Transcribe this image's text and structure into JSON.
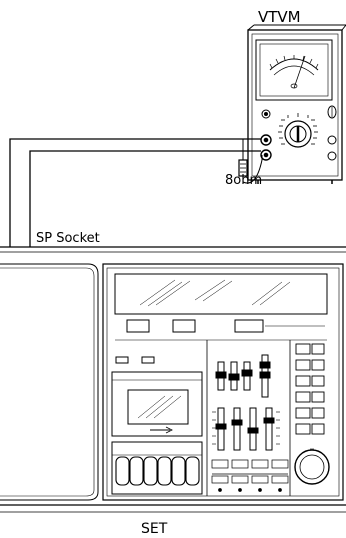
{
  "labels": {
    "vtvm": "VTVM",
    "resistor": "8ohm",
    "sp_socket": "SP Socket",
    "set": "SET"
  },
  "colors": {
    "ink": "#000000",
    "paper": "#ffffff"
  }
}
